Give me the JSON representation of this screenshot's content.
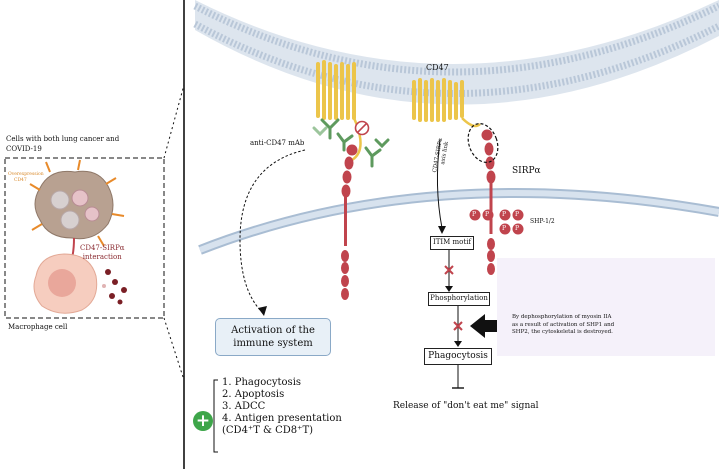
{
  "labels": {
    "cd47": "CD47",
    "anti_cd47": "anti-CD47 mAb",
    "sirpa": "SIRPα",
    "cd47_sirpa_axis": "CD47-SIRPα",
    "axis_link": "axis link",
    "shp": "SHP-1/2",
    "itim": "ITIM motif",
    "phosphorylation": "Phosphorylation",
    "phagocytosis": "Phagocytosis",
    "release": "Release of \"don't eat me\" signal",
    "p": "P"
  },
  "left_panel": {
    "title_line1": "Cells with both lung cancer and",
    "title_line2": "COVID-19",
    "overexpression_line1": "Overexpression",
    "overexpression_line2": "CD47",
    "interaction_line1": "CD47-SIRPα",
    "interaction_line2": "interaction",
    "macrophage": "Macrophage cell"
  },
  "immune": {
    "line1": "Activation of the",
    "line2": "immune system"
  },
  "outcomes": {
    "item1": "1. Phagocytosis",
    "item2": "2. Apoptosis",
    "item3": "3. ADCC",
    "item4": "4. Antigen presentation",
    "item5": "(CD4⁺T & CD8⁺T)"
  },
  "note": {
    "line1": "By dephosphorylation of myosin IIA",
    "line2": "as a result of activation of SHP1 and",
    "line3": "SHP2, the cytoskeletal is destroyed."
  },
  "colors": {
    "membrane_head": "#c7d3e1",
    "receptor": "#ecc54a",
    "sirpa": "#c0444d",
    "antibody": "#5e9a5e",
    "immune_box": "#e8f0f7",
    "plus": "#3ea64a",
    "note_bg": "#f5f1fa"
  }
}
